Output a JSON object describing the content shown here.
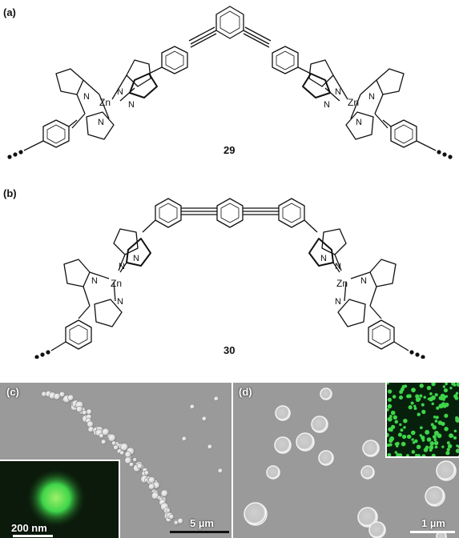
{
  "panels": {
    "a": {
      "label": "(a)",
      "compound": "29"
    },
    "b": {
      "label": "(b)",
      "compound": "30"
    },
    "c": {
      "label": "(c)",
      "scale_main": "5 µm",
      "scale_inset": "200 nm"
    },
    "d": {
      "label": "(d)",
      "scale_main": "1 µm"
    }
  },
  "atoms": {
    "zinc": "Zn",
    "nitrogen": "N"
  },
  "colors": {
    "sem_background": "#9a9a9a",
    "fluorescence": "#3fd54a",
    "inset_background": "#0b1a0b"
  }
}
